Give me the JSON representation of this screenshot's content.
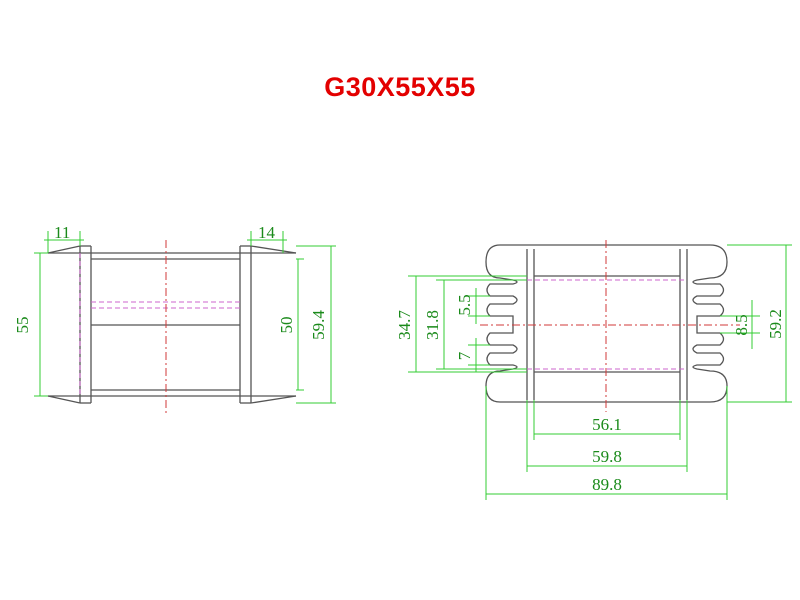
{
  "title": "G30X55X55",
  "colors": {
    "title": "#e30000",
    "dimension": "#33cc33",
    "outline": "#555555",
    "hidden_line": "#cc66cc",
    "centerline": "#d23a3a"
  },
  "side_view": {
    "dims": {
      "flange_left": "11",
      "flange_right": "14",
      "height_left": "55",
      "height_inner": "50",
      "height_outer": "59.4"
    }
  },
  "front_view": {
    "dims": {
      "outer_height": "34.7",
      "inner_height": "31.8",
      "slot_top": "5.5",
      "slot_bottom": "7",
      "center_gap": "8.5",
      "total_height": "59.2",
      "width_inner": "56.1",
      "width_mid": "59.8",
      "width_total": "89.8"
    }
  }
}
